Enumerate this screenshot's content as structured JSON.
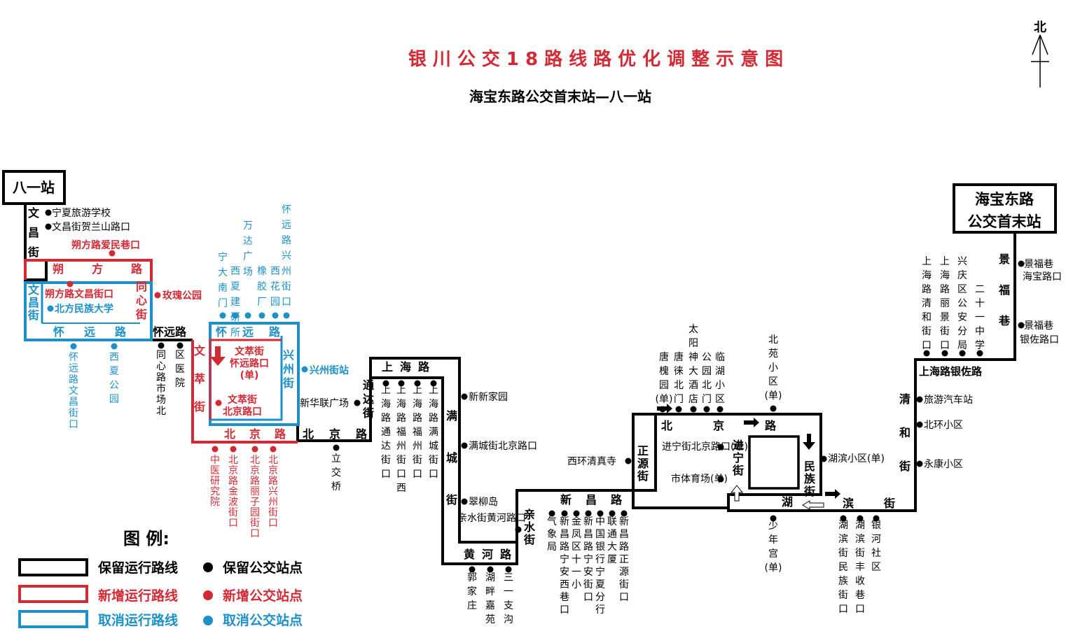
{
  "title": "银川公交18路线路优化调整示意图",
  "subtitle": "海宝东路公交首末站—八一站",
  "north": "北",
  "colors": {
    "keep": "#000000",
    "add": "#d22a35",
    "cancel": "#1e90c8"
  },
  "terminals": {
    "start": "八一站",
    "end_line1": "海宝东路",
    "end_line2": "公交首末站"
  },
  "roads": {
    "wenchang": "文昌街",
    "shuofang": "朔方路",
    "tongxin": "同心街",
    "wenchang2": "文昌街",
    "huaiyuan_new": "怀远路",
    "huaiyuan_cancel": "怀远路",
    "huaiyuan_keep": "怀远路",
    "huaiyuan_top": "怀远路",
    "wencui": "文萃街",
    "xingzhou": "兴州街",
    "beijing1": "北京路",
    "beijing2": "北京路",
    "beijing3": "北京路",
    "shanghai": "上海路",
    "tongda": "通达街",
    "mancheng": "满城街",
    "huanghe": "黄河路",
    "qinshui": "亲水街",
    "xinchang": "新昌路",
    "zhengyuan": "正源街",
    "jinning": "进宁街",
    "minzu": "民族街",
    "hu": "湖",
    "bin": "滨",
    "jie": "街",
    "qinghe": "清和街",
    "shanghai_yinzuo": "上海路银佐路",
    "jingfu": "景福巷"
  },
  "stops": {
    "keep": [
      "宁夏旅游学校",
      "文昌街贺兰山路口",
      "同心路市场北",
      "区医院",
      "立交桥",
      "新华联广场",
      "上海路通达街口",
      "上海路福州街口西",
      "上海路福州街口",
      "上海路满城街口",
      "新新家园",
      "满城街北京路口",
      "翠柳岛",
      "亲水街黄河路口",
      "郭家庄",
      "湖畔嘉苑",
      "三一支沟",
      "气象局",
      "新昌路宁安西巷口",
      "金凤区十一小",
      "新昌路宁安街口",
      "中国银行宁夏分行",
      "联通大厦",
      "新昌路正源街口",
      "西环清真寺",
      "进宁街北京路口(单)",
      "市体育场(单)",
      "唐槐园(单)",
      "唐徕北门",
      "太阳神大酒店",
      "公园北门",
      "临湖小区",
      "北苑小区(单)",
      "湖滨小区(单)",
      "少年宫(单)",
      "湖滨街民族街口",
      "湖滨街丰收巷口",
      "银河社区",
      "旅游汽车站",
      "北环小区",
      "永康小区",
      "上海路清和街口",
      "上海路丽景街口",
      "兴庆区公安分局",
      "二十一中学",
      "景福巷海宝路口",
      "景福巷银佐路口"
    ],
    "add": [
      "朔方路爱民巷口",
      "朔方路文昌街口",
      "玫瑰公园",
      "文萃街怀远路口(单)",
      "文萃街北京路口",
      "中医研究院",
      "北京路金波街口",
      "北京路丽子园街口",
      "北京路兴州街口"
    ],
    "cancel": [
      "北方民族大学",
      "怀远路文昌街口",
      "西夏公园",
      "宁大南门",
      "西夏建研所",
      "万达广场",
      "橡胶厂",
      "西花园",
      "怀远路兴州街口",
      "兴州街站"
    ]
  },
  "legend": {
    "title": "图    例:",
    "keep_line": "保留运行路线",
    "add_line": "新增运行路线",
    "cancel_line": "取消运行路线",
    "keep_stop": "保留公交站点",
    "add_stop": "新增公交站点",
    "cancel_stop": "取消公交站点"
  }
}
